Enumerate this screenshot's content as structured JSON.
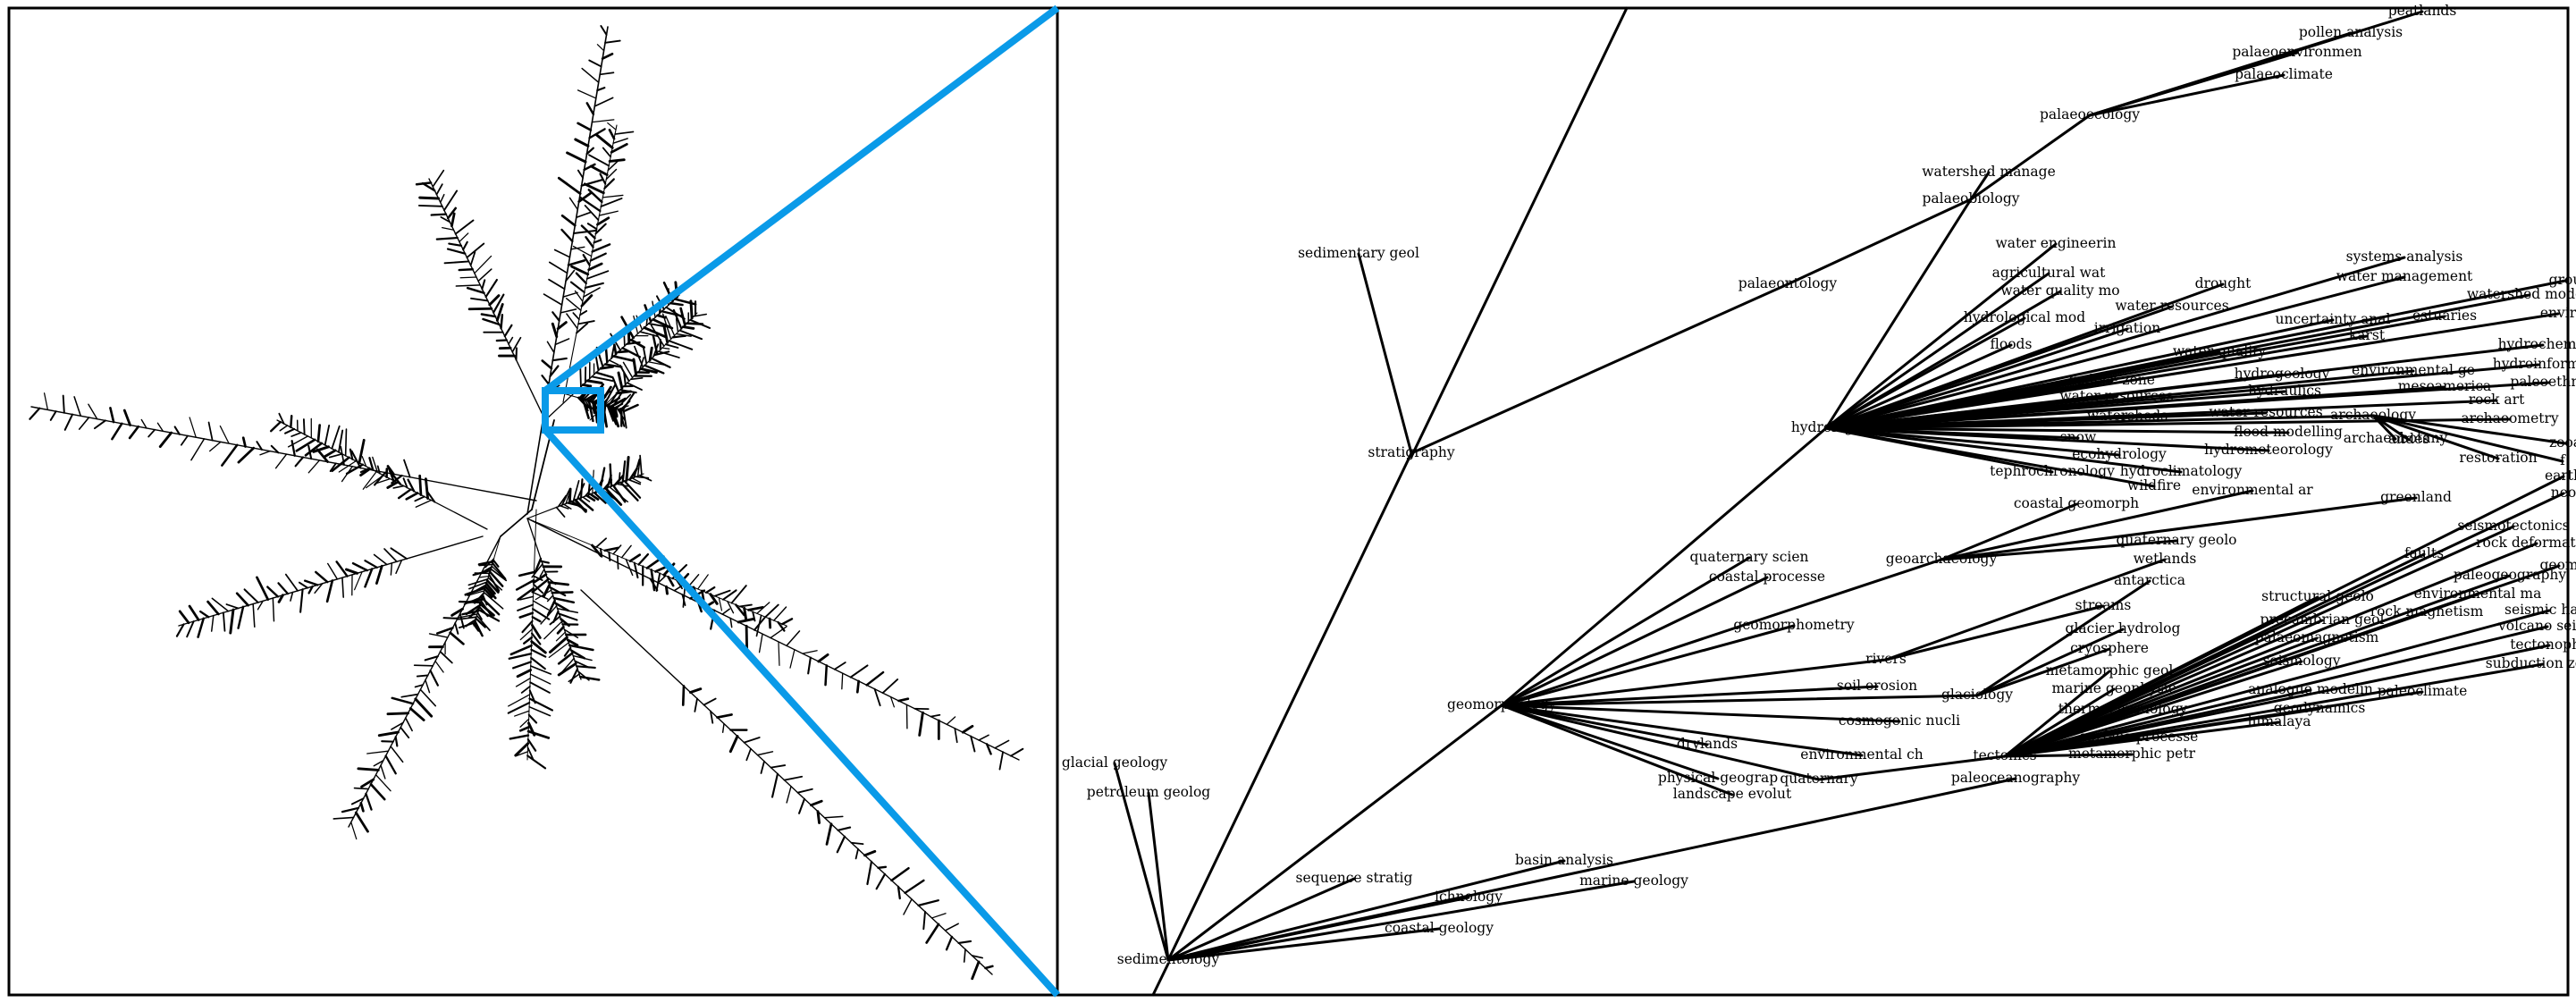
{
  "colors": {
    "highlight": "#0a9ae8",
    "ink": "#000000",
    "background": "#ffffff"
  },
  "labels": [
    {
      "id": "peatlands",
      "text": "peatlands"
    },
    {
      "id": "pollen",
      "text": "pollen analysis"
    },
    {
      "id": "palaeoenv",
      "text": "palaeoenvironmen"
    },
    {
      "id": "palaeoclim",
      "text": "palaeoclimate"
    },
    {
      "id": "palaeoecol",
      "text": "palaeoecology"
    },
    {
      "id": "watershedmanage",
      "text": "watershed manage"
    },
    {
      "id": "palaeobio",
      "text": "palaeobiology"
    },
    {
      "id": "sedgeol",
      "text": "sedimentary geol"
    },
    {
      "id": "palaeont",
      "text": "palaeontology"
    },
    {
      "id": "watereng",
      "text": "water engineerin"
    },
    {
      "id": "agriwat",
      "text": "agricultural wat"
    },
    {
      "id": "wqmo",
      "text": "water quality mo"
    },
    {
      "id": "hydromod",
      "text": "hydrological mod"
    },
    {
      "id": "floods",
      "text": "floods"
    },
    {
      "id": "irrigation",
      "text": "irrigation"
    },
    {
      "id": "waterres1",
      "text": "water resources"
    },
    {
      "id": "drought",
      "text": "drought"
    },
    {
      "id": "sysanal",
      "text": "systems analysis"
    },
    {
      "id": "watermgmt",
      "text": "water management"
    },
    {
      "id": "grou",
      "text": "grou"
    },
    {
      "id": "wsmodeli",
      "text": "watershed modeli"
    },
    {
      "id": "uncert",
      "text": "uncertainty anal"
    },
    {
      "id": "estuaries",
      "text": "estuaries"
    },
    {
      "id": "envir",
      "text": "envir"
    },
    {
      "id": "karst",
      "text": "karst"
    },
    {
      "id": "waterquality",
      "text": "water quality"
    },
    {
      "id": "hydrochem",
      "text": "hydrochemis"
    },
    {
      "id": "hydroinform",
      "text": "hydroinformi"
    },
    {
      "id": "hydrogeol",
      "text": "hydrogeology"
    },
    {
      "id": "envge",
      "text": "environmental ge"
    },
    {
      "id": "mesoamerica",
      "text": "mesoamerica"
    },
    {
      "id": "paleoethno",
      "text": "paleoethno"
    },
    {
      "id": "vadose",
      "text": "vadose zone"
    },
    {
      "id": "hydraulics",
      "text": "hydraulics"
    },
    {
      "id": "rockart",
      "text": "rock art"
    },
    {
      "id": "waterres2",
      "text": "water resources"
    },
    {
      "id": "waterres3",
      "text": "water resources"
    },
    {
      "id": "archaeology",
      "text": "archaeology"
    },
    {
      "id": "archaeometry",
      "text": "archaeometry"
    },
    {
      "id": "hydrology",
      "text": "hydrology"
    },
    {
      "id": "watersheds",
      "text": "watersheds"
    },
    {
      "id": "floodmod",
      "text": "flood modelling"
    },
    {
      "id": "snow",
      "text": "snow"
    },
    {
      "id": "andes",
      "text": "andes"
    },
    {
      "id": "archaeobot",
      "text": "archaeobotany"
    },
    {
      "id": "zooa",
      "text": "zooa"
    },
    {
      "id": "ecohydro",
      "text": "ecohydrology"
    },
    {
      "id": "hydrometeo",
      "text": "hydrometeorology"
    },
    {
      "id": "restoration",
      "text": "restoration"
    },
    {
      "id": "f1",
      "text": "f"
    },
    {
      "id": "tephro",
      "text": "tephrochronology"
    },
    {
      "id": "hydroclim",
      "text": "hydroclimatology"
    },
    {
      "id": "earth",
      "text": "earth"
    },
    {
      "id": "stratigraphy",
      "text": "stratigraphy"
    },
    {
      "id": "wildfire",
      "text": "wildfire"
    },
    {
      "id": "envar",
      "text": "environmental ar"
    },
    {
      "id": "neo",
      "text": "neo"
    },
    {
      "id": "coastalgeomorph",
      "text": "coastal geomorph"
    },
    {
      "id": "greenland",
      "text": "greenland"
    },
    {
      "id": "seismotect",
      "text": "seismotectonics"
    },
    {
      "id": "quatsci",
      "text": "quaternary scien"
    },
    {
      "id": "quatgeolo",
      "text": "quaternary geolo"
    },
    {
      "id": "faults",
      "text": "faults"
    },
    {
      "id": "rockdeform",
      "text": "rock deformation"
    },
    {
      "id": "geoarch",
      "text": "geoarchaeology"
    },
    {
      "id": "wetlands",
      "text": "wetlands"
    },
    {
      "id": "coastalproc",
      "text": "coastal processe"
    },
    {
      "id": "paleogeog",
      "text": "paleogeography"
    },
    {
      "id": "geom",
      "text": "geom"
    },
    {
      "id": "antarctica",
      "text": "antarctica"
    },
    {
      "id": "structgeolo",
      "text": "structural geolo"
    },
    {
      "id": "envma",
      "text": "environmental ma"
    },
    {
      "id": "streams",
      "text": "streams"
    },
    {
      "id": "precambrian",
      "text": "precambrian geol"
    },
    {
      "id": "rockmag",
      "text": "rock magnetism"
    },
    {
      "id": "seismichaz",
      "text": "seismic haza"
    },
    {
      "id": "geomorphometry",
      "text": "geomorphometry"
    },
    {
      "id": "glacierhydro",
      "text": "glacier hydrolog"
    },
    {
      "id": "palaeomag",
      "text": "palaeomagnetism"
    },
    {
      "id": "volcanoseism",
      "text": "volcano seism"
    },
    {
      "id": "cryosphere",
      "text": "cryosphere"
    },
    {
      "id": "tectonophy",
      "text": "tectonophy"
    },
    {
      "id": "rivers",
      "text": "rivers"
    },
    {
      "id": "seismology",
      "text": "seismology"
    },
    {
      "id": "metamgeol",
      "text": "metamorphic geol"
    },
    {
      "id": "subduction",
      "text": "subduction zone"
    },
    {
      "id": "soilerosion",
      "text": "soil erosion"
    },
    {
      "id": "glaciology",
      "text": "glaciology"
    },
    {
      "id": "marinegeoph",
      "text": "marine geophysic"
    },
    {
      "id": "analogue",
      "text": "analogue modelin"
    },
    {
      "id": "paleoclimate2",
      "text": "paleoclimate"
    },
    {
      "id": "geomorphology",
      "text": "geomorphology"
    },
    {
      "id": "thermochron",
      "text": "thermochronology"
    },
    {
      "id": "geodynamics",
      "text": "geodynamics"
    },
    {
      "id": "cosmonucl",
      "text": "cosmogenic nucli"
    },
    {
      "id": "himalaya",
      "text": "himalaya"
    },
    {
      "id": "drylands",
      "text": "drylands"
    },
    {
      "id": "surfaceproc",
      "text": "surface processe"
    },
    {
      "id": "envch",
      "text": "environmental ch"
    },
    {
      "id": "tectonics",
      "text": "tectonics"
    },
    {
      "id": "metampetr",
      "text": "metamorphic petr"
    },
    {
      "id": "physgeog",
      "text": "physical geograp"
    },
    {
      "id": "quaternary",
      "text": "quaternary"
    },
    {
      "id": "glacialgeol",
      "text": "glacial geology"
    },
    {
      "id": "paleoocean",
      "text": "paleoceanography"
    },
    {
      "id": "landscape",
      "text": "landscape evolut"
    },
    {
      "id": "petroleum",
      "text": "petroleum geolog"
    },
    {
      "id": "basin",
      "text": "basin analysis"
    },
    {
      "id": "seqstrat",
      "text": "sequence stratig"
    },
    {
      "id": "marinegeol",
      "text": "marine geology"
    },
    {
      "id": "ichnology",
      "text": "ichnology"
    },
    {
      "id": "coastalgeol",
      "text": "coastal geology"
    },
    {
      "id": "sedimentology",
      "text": "sedimentology"
    }
  ]
}
